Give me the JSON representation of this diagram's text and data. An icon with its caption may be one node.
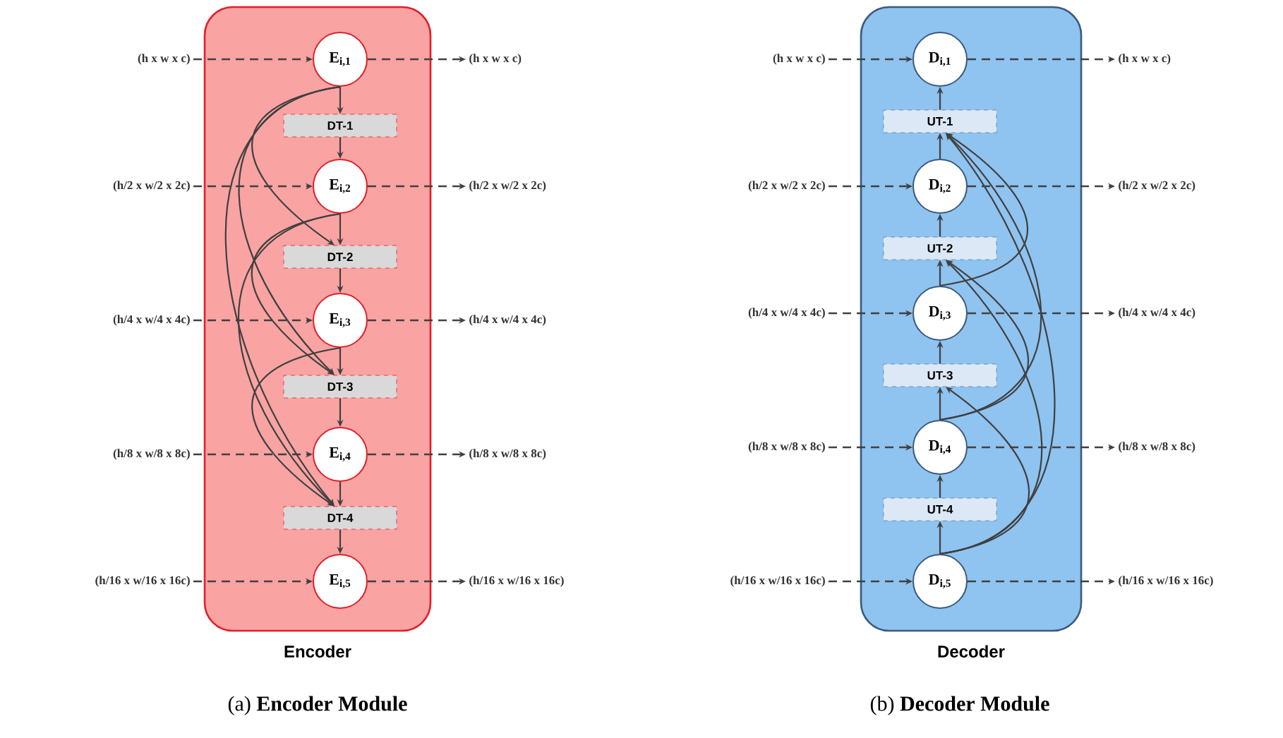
{
  "diagram": {
    "nodes": [
      {
        "text": [
          "Encoder"
        ]
      },
      {
        "text": [
          "E$_{i,1}$"
        ],
        "in": 0
      },
      {
        "text": [
          "E$_{i,2}$"
        ],
        "in": 0
      },
      {
        "text": [
          "E$_{i,3}$"
        ],
        "in": 0
      },
      {
        "text": [
          "E$_{i,4}$"
        ],
        "in": 0
      },
      {
        "text": [
          "E$_{i,5}$"
        ],
        "in": 0
      },
      {
        "text": [
          "DT-1"
        ],
        "in": 0
      },
      {
        "text": [
          "DT-2"
        ],
        "in": 0
      },
      {
        "text": [
          "DT-3"
        ],
        "in": 0
      },
      {
        "text": [
          "DT-4"
        ],
        "in": 0
      },
      {
        "text": [
          "(h x w x c)"
        ]
      },
      {
        "text": [
          "(h/2 x w/2 x 2c)"
        ]
      },
      {
        "text": [
          "(h/4 x w/4 x 4c)"
        ]
      },
      {
        "text": [
          "(h/8 x w/8 x 8c)"
        ]
      },
      {
        "text": [
          "(h/16 x w/16 x 16c)"
        ]
      },
      {
        "text": [
          "(h x w x c)"
        ]
      },
      {
        "text": [
          "(h/2 x w/2 x 2c)"
        ]
      },
      {
        "text": [
          "(h/4 x w/4 x 4c)"
        ]
      },
      {
        "text": [
          "(h/8 x w/8 x 8c)"
        ]
      },
      {
        "text": [
          "(h/16 x w/16 x 16c)"
        ]
      },
      {
        "text": [
          "Decoder"
        ]
      },
      {
        "text": [
          "D$_{i,1}$"
        ],
        "in": 20
      },
      {
        "text": [
          "D$_{i,2}$"
        ],
        "in": 20
      },
      {
        "text": [
          "D$_{i,3}$"
        ],
        "in": 20
      },
      {
        "text": [
          "D$_{i,4}$"
        ],
        "in": 20
      },
      {
        "text": [
          "D$_{i,5}$"
        ],
        "in": 20
      },
      {
        "text": [
          "UT-1"
        ],
        "in": 20
      },
      {
        "text": [
          "UT-2"
        ],
        "in": 20
      },
      {
        "text": [
          "UT-3"
        ],
        "in": 20
      },
      {
        "text": [
          "UT-4"
        ],
        "in": 20
      },
      {
        "text": [
          "(h x w x c)"
        ]
      },
      {
        "text": [
          "(h/2 x w/2 x 2c)"
        ]
      },
      {
        "text": [
          "(h/4 x w/4 x 4c)"
        ]
      },
      {
        "text": [
          "(h/8 x w/8 x 8c)"
        ]
      },
      {
        "text": [
          "(h/16 x w/16 x 16c)"
        ]
      },
      {
        "text": [
          "(h x w x c)"
        ]
      },
      {
        "text": [
          "(h/2 x w/2 x 2c)"
        ]
      },
      {
        "text": [
          "(h/4 x w/4 x 4c)"
        ]
      },
      {
        "text": [
          "(h/8 x w/8 x 8c)"
        ]
      },
      {
        "text": [
          "(h/16 x w/16 x 16c)"
        ]
      }
    ],
    "edges": [
      {
        "from": 10,
        "to": 1,
        "arrow": "to",
        "style": "dashed"
      },
      {
        "from": 1,
        "to": 15,
        "arrow": "to",
        "style": "dashed"
      },
      {
        "from": 11,
        "to": 2,
        "arrow": "to",
        "style": "dashed"
      },
      {
        "from": 2,
        "to": 16,
        "arrow": "to",
        "style": "dashed"
      },
      {
        "from": 12,
        "to": 3,
        "arrow": "to",
        "style": "dashed"
      },
      {
        "from": 3,
        "to": 17,
        "arrow": "to",
        "style": "dashed"
      },
      {
        "from": 13,
        "to": 4,
        "arrow": "to",
        "style": "dashed"
      },
      {
        "from": 4,
        "to": 18,
        "arrow": "to",
        "style": "dashed"
      },
      {
        "from": 14,
        "to": 5,
        "arrow": "to",
        "style": "dashed"
      },
      {
        "from": 5,
        "to": 19,
        "arrow": "to",
        "style": "dashed"
      },
      {
        "from": 1,
        "to": 6,
        "arrow": "to"
      },
      {
        "from": 6,
        "to": 2,
        "arrow": "to"
      },
      {
        "from": 2,
        "to": 7,
        "arrow": "to"
      },
      {
        "from": 7,
        "to": 3,
        "arrow": "to"
      },
      {
        "from": 3,
        "to": 8,
        "arrow": "to"
      },
      {
        "from": 8,
        "to": 4,
        "arrow": "to"
      },
      {
        "from": 4,
        "to": 9,
        "arrow": "to"
      },
      {
        "from": 9,
        "to": 5,
        "arrow": "to"
      },
      {
        "from": 1,
        "to": 7,
        "arrow": "to"
      },
      {
        "from": 1,
        "to": 8,
        "arrow": "to"
      },
      {
        "from": 1,
        "to": 9,
        "arrow": "to"
      },
      {
        "from": 2,
        "to": 8,
        "arrow": "to"
      },
      {
        "from": 2,
        "to": 9,
        "arrow": "to"
      },
      {
        "from": 3,
        "to": 9,
        "arrow": "to"
      },
      {
        "from": 30,
        "to": 21,
        "arrow": "to",
        "style": "dashed"
      },
      {
        "from": 21,
        "to": 35,
        "arrow": "to",
        "style": "dashed"
      },
      {
        "from": 31,
        "to": 22,
        "arrow": "to",
        "style": "dashed"
      },
      {
        "from": 22,
        "to": 36,
        "arrow": "to",
        "style": "dashed"
      },
      {
        "from": 32,
        "to": 23,
        "arrow": "to",
        "style": "dashed"
      },
      {
        "from": 23,
        "to": 37,
        "arrow": "to",
        "style": "dashed"
      },
      {
        "from": 33,
        "to": 24,
        "arrow": "to",
        "style": "dashed"
      },
      {
        "from": 24,
        "to": 38,
        "arrow": "to",
        "style": "dashed"
      },
      {
        "from": 34,
        "to": 25,
        "arrow": "to",
        "style": "dashed"
      },
      {
        "from": 25,
        "to": 39,
        "arrow": "to",
        "style": "dashed"
      },
      {
        "from": 25,
        "to": 29,
        "arrow": "to"
      },
      {
        "from": 29,
        "to": 24,
        "arrow": "to"
      },
      {
        "from": 24,
        "to": 28,
        "arrow": "to"
      },
      {
        "from": 28,
        "to": 23,
        "arrow": "to"
      },
      {
        "from": 23,
        "to": 27,
        "arrow": "to"
      },
      {
        "from": 27,
        "to": 22,
        "arrow": "to"
      },
      {
        "from": 22,
        "to": 26,
        "arrow": "to"
      },
      {
        "from": 26,
        "to": 21,
        "arrow": "to"
      },
      {
        "from": 23,
        "to": 26,
        "arrow": "to"
      },
      {
        "from": 24,
        "to": 26,
        "arrow": "to"
      },
      {
        "from": 24,
        "to": 27,
        "arrow": "to"
      },
      {
        "from": 25,
        "to": 26,
        "arrow": "to"
      },
      {
        "from": 25,
        "to": 27,
        "arrow": "to"
      },
      {
        "from": 25,
        "to": 28,
        "arrow": "to"
      }
    ],
    "labels": [
      "(a) **Encoder Module**",
      "(b) **Decoder Module**"
    ]
  }
}
